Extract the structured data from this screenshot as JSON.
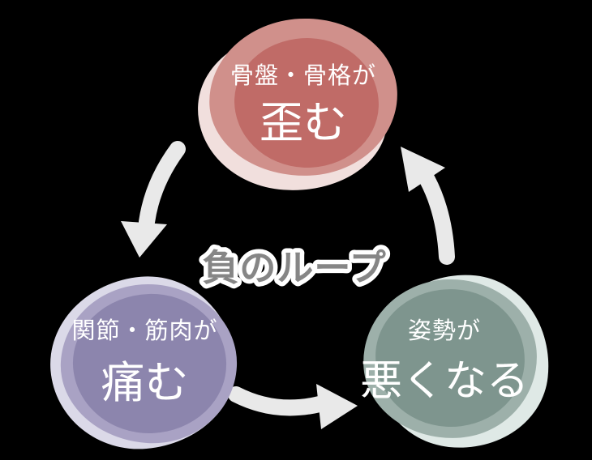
{
  "background": "#000000",
  "arrows": {
    "color": "#e9e9e9"
  },
  "center_label": {
    "text": "負のループ",
    "fill": "#868686",
    "outline": "#ffffff"
  },
  "nodes": {
    "top": {
      "line1": "骨盤・骨格が",
      "line2": "歪む",
      "core_color": "#c06b67",
      "mid_color": "#d0908b",
      "halo_color": "#f1dfdd",
      "text_color": "#ffffff"
    },
    "bottom_left": {
      "line1": "関節・筋肉が",
      "line2": "痛む",
      "core_color": "#8c85ad",
      "mid_color": "#a9a2c4",
      "halo_color": "#dbd9e8",
      "text_color": "#ffffff"
    },
    "bottom_right": {
      "line1": "姿勢が",
      "line2": "悪くなる",
      "core_color": "#7e958e",
      "mid_color": "#9db0aa",
      "halo_color": "#dfe9e6",
      "text_color": "#ffffff"
    }
  }
}
